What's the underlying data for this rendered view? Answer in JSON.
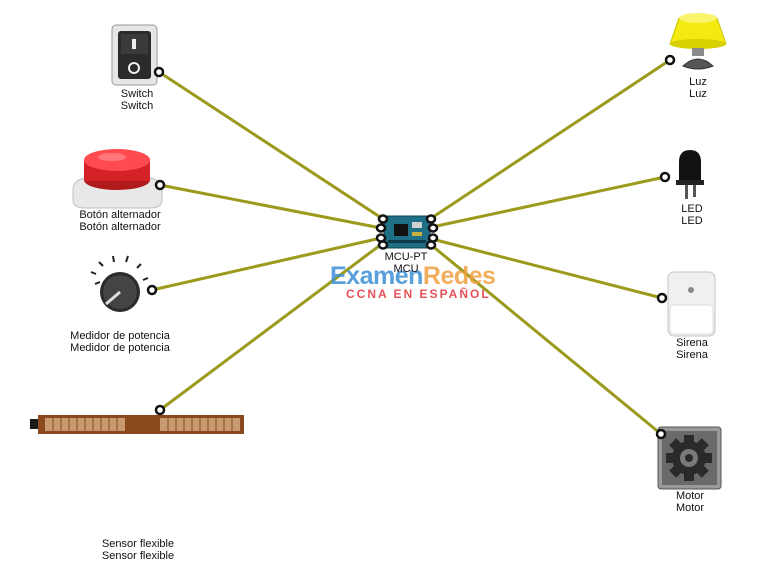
{
  "devices": {
    "switch": {
      "name": "Switch",
      "type": "Switch"
    },
    "button": {
      "name": "Botón alternador",
      "type": "Botón alternador"
    },
    "potentiometer": {
      "name": "Medidor de potencia",
      "type": "Medidor de potencia"
    },
    "flex_sensor": {
      "name": "Sensor flexible",
      "type": "Sensor flexible"
    },
    "mcu": {
      "name": "MCU-PT",
      "type": "MCU"
    },
    "light": {
      "name": "Luz",
      "type": "Luz"
    },
    "led": {
      "name": "LED",
      "type": "LED"
    },
    "siren": {
      "name": "Sirena",
      "type": "Sirena"
    },
    "motor": {
      "name": "Motor",
      "type": "Motor"
    }
  },
  "watermark": {
    "part1": "Examen",
    "part2": "Redes",
    "subtitle": "CCNA EN ESPAÑOL"
  },
  "colors": {
    "cable": "#9b9a1c",
    "mcu_board": "#1f6f86",
    "button_red": "#e02428",
    "lamp_yellow": "#f2ea10",
    "watermark_blue": "#3b8fd6",
    "watermark_orange": "#f0a040",
    "watermark_red": "#e0323a"
  }
}
